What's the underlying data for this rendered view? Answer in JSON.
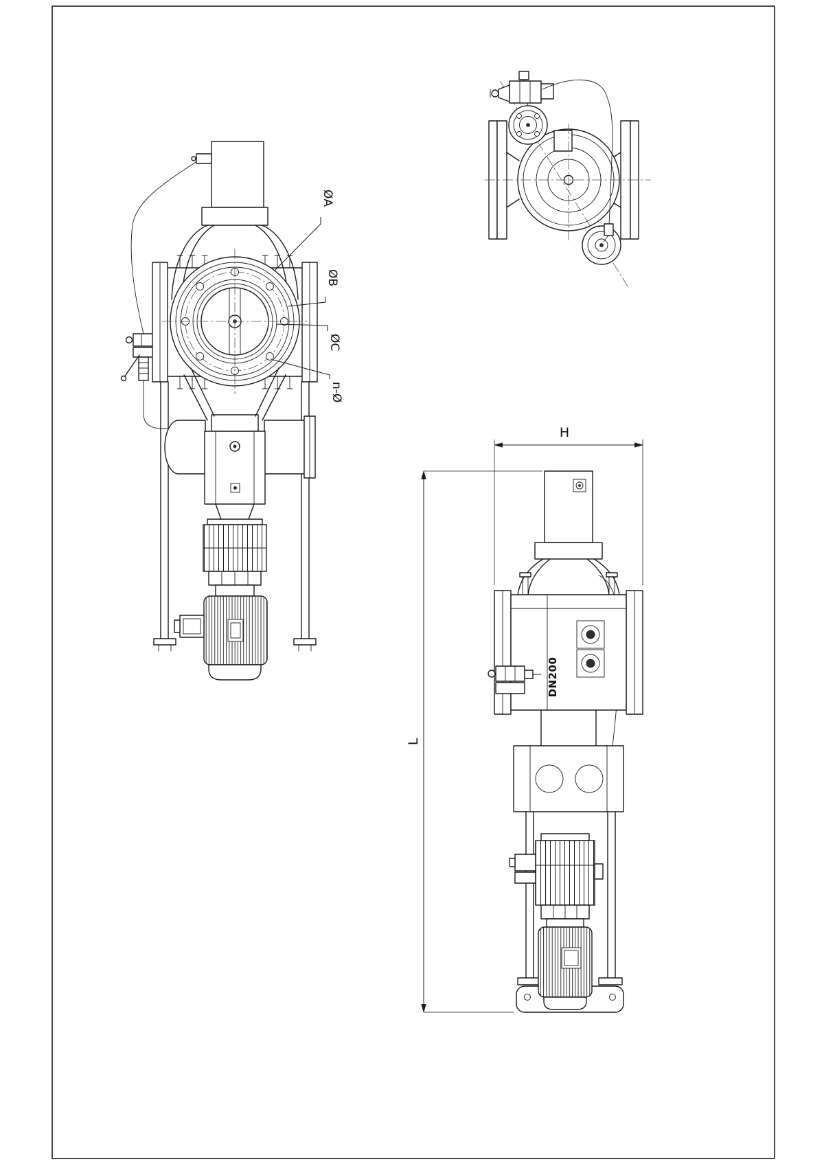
{
  "page": {
    "background": "#ffffff",
    "line_color": "#1a1a1a",
    "description": "Technical drawing, three orthographic views of a motorized flanged valve assembly"
  },
  "labels": {
    "flange_outer_dia": "ØA",
    "bolt_circle_dia": "ØB",
    "bore_dia": "ØC",
    "bolt_holes": "n-Ø",
    "width_dim": "H",
    "length_dim": "L",
    "nominal_size": "DN200"
  }
}
